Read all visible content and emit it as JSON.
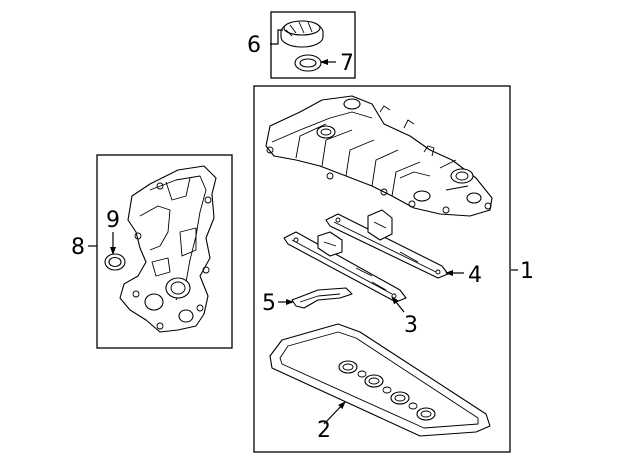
{
  "callouts": {
    "c1": "1",
    "c2": "2",
    "c3": "3",
    "c4": "4",
    "c5": "5",
    "c6": "6",
    "c7": "7",
    "c8": "8",
    "c9": "9"
  },
  "line_color": "#000000",
  "background": "#ffffff"
}
